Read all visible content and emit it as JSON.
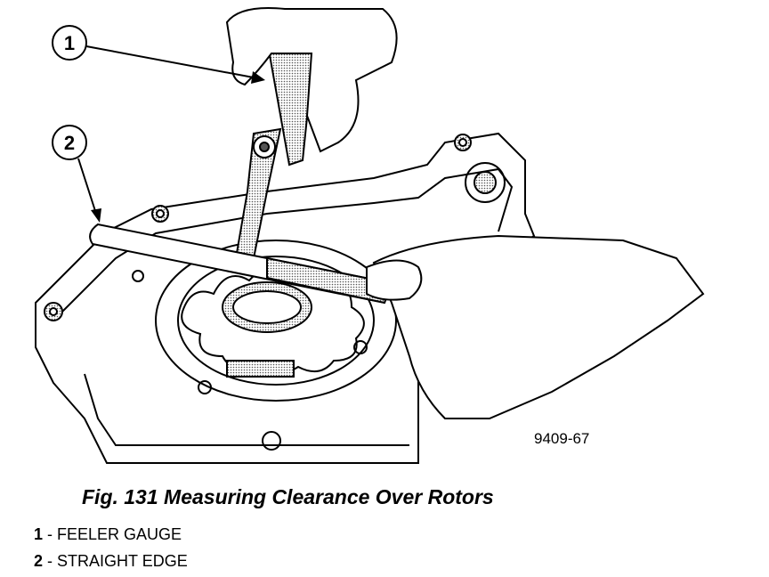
{
  "figure": {
    "callouts": [
      "1",
      "2"
    ],
    "code": "9409-67"
  },
  "caption": "Fig. 131 Measuring Clearance Over Rotors",
  "legend": [
    {
      "num": "1",
      "text": " - FEELER GAUGE"
    },
    {
      "num": "2",
      "text": " - STRAIGHT EDGE"
    }
  ],
  "colors": {
    "ink": "#000000",
    "paper": "#ffffff",
    "stipple": "#9a9a9a"
  }
}
